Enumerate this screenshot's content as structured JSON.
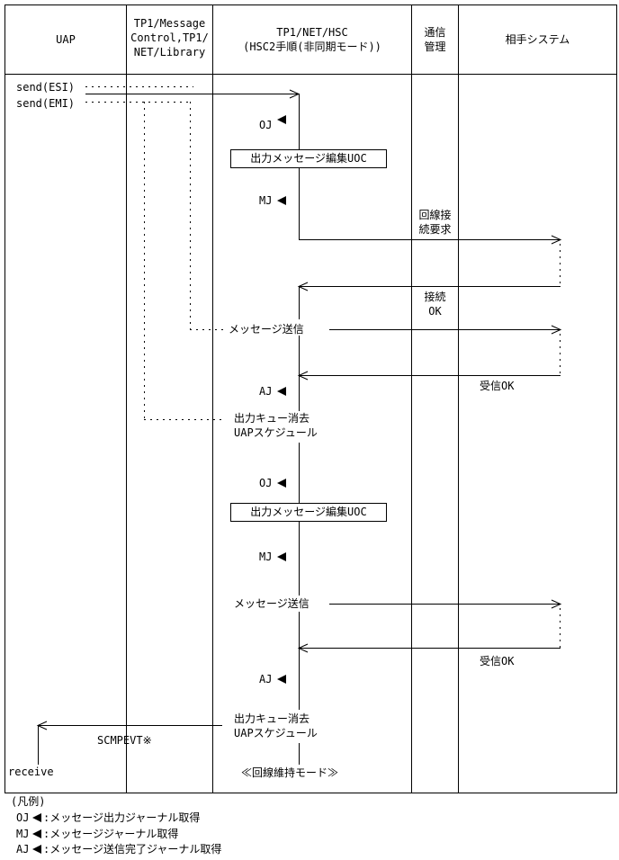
{
  "header": {
    "col1": "UAP",
    "col2_line1": "TP1/Message",
    "col2_line2": "Control,TP1/",
    "col2_line3": "NET/Library",
    "col3_line1": "TP1/NET/HSC",
    "col3_line2": "(HSC2手順(非同期モード))",
    "col4_line1": "通信",
    "col4_line2": "管理",
    "col5": "相手システム"
  },
  "uap": {
    "send_esi": "send(ESI)",
    "send_emi": "send(EMI)",
    "scmpevt": "SCMPEVT※",
    "receive": "receive"
  },
  "journal": {
    "oj": "OJ",
    "mj": "MJ",
    "aj": "AJ"
  },
  "hsc": {
    "uoc_box_1": "出力メッセージ編集UOC",
    "uoc_box_2": "出力メッセージ編集UOC",
    "msg_send_1": "メッセージ送信",
    "msg_send_2": "メッセージ送信",
    "queue_delete_1": "出力キュー消去",
    "uap_schedule_1": "UAPスケジュール",
    "queue_delete_2": "出力キュー消去",
    "uap_schedule_2": "UAPスケジュール",
    "line_keep_mode": "≪回線維持モード≫"
  },
  "comm": {
    "connect_req_line1": "回線接",
    "connect_req_line2": "続要求",
    "connect_ok_line1": "接続",
    "connect_ok_line2": "OK",
    "recv_ok_1": "受信OK",
    "recv_ok_2": "受信OK"
  },
  "legend": {
    "title": "(凡例)",
    "oj_key": "OJ",
    "oj_desc": ":メッセージ出力ジャーナル取得",
    "mj_key": "MJ",
    "mj_desc": ":メッセージジャーナル取得",
    "aj_key": "AJ",
    "aj_desc": ":メッセージ送信完了ジャーナル取得"
  }
}
